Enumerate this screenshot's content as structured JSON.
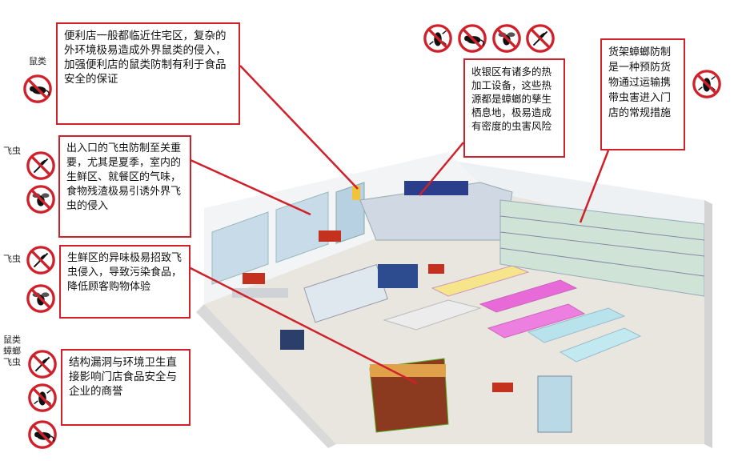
{
  "callouts": {
    "residential": "便利店一般都临近住宅区，复杂的外环境极易造成外界鼠类的侵入，加强便利店的鼠类防制有利于食品安全的保证",
    "entrance": "出入口的飞虫防制至关重要，尤其是夏季，室内的生鲜区、就餐区的气味，食物残渣极易引诱外界飞虫的侵入",
    "fresh": "生鲜区的异味极易招致飞虫侵入，导致污染食品，降低顾客购物体验",
    "structure": "结构漏洞与环境卫生直接影响门店食品安全与企业的商誉",
    "cashier": "收银区有诸多的热加工设备，这些热源都是蟑螂的孳生栖息地，极易造成有密度的虫害风险",
    "shelves": "货架蟑螂防制是一种预防货物通过运输携带虫害进入门店的常规措施"
  },
  "labels": {
    "rodent": "鼠类",
    "fly1": "飞虫",
    "fly2": "飞虫",
    "rodent_b": "鼠类",
    "cockroach_b": "蟑螂",
    "fly_b": "飞虫"
  },
  "icons": {
    "no_rodent": "no-rodent-icon",
    "no_fly": "no-fly-icon",
    "no_cockroach": "no-cockroach-icon",
    "no_mosquito": "no-mosquito-icon"
  },
  "colors": {
    "callout_border": "#d0202a",
    "pointer_line": "#d0202a",
    "prohibition": "#d0202a"
  }
}
